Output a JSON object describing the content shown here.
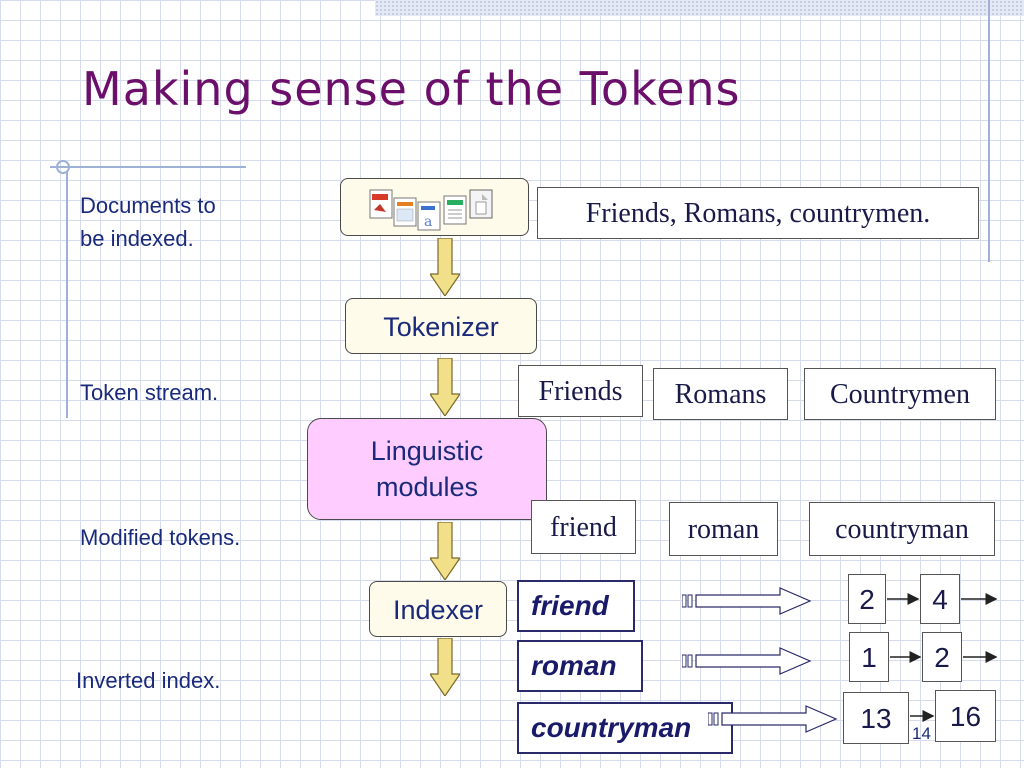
{
  "slide": {
    "title": "Making sense of the Tokens",
    "page_number": "14"
  },
  "labels": {
    "documents": [
      "Documents to",
      "be indexed."
    ],
    "token_stream": "Token stream.",
    "modified_tokens": "Modified tokens.",
    "inverted_index": "Inverted index."
  },
  "stages": {
    "tokenizer": "Tokenizer",
    "linguistic": [
      "Linguistic",
      "modules"
    ],
    "indexer": "Indexer"
  },
  "document_text": "Friends, Romans, countrymen.",
  "token_stream": [
    "Friends",
    "Romans",
    "Countrymen"
  ],
  "modified_tokens": [
    "friend",
    "roman",
    "countryman"
  ],
  "inverted_index": [
    {
      "term": "friend",
      "postings": [
        "2",
        "4"
      ]
    },
    {
      "term": "roman",
      "postings": [
        "1",
        "2"
      ]
    },
    {
      "term": "countryman",
      "postings": [
        "13",
        "16"
      ]
    }
  ],
  "colors": {
    "title": "#6b0f6b",
    "label": "#1a2a7a",
    "arrow_fill": "#f2df8a",
    "arrow_stroke": "#7a6a2a",
    "linguistic_fill": "#ffccff",
    "stage_fill": "#fffbea"
  }
}
